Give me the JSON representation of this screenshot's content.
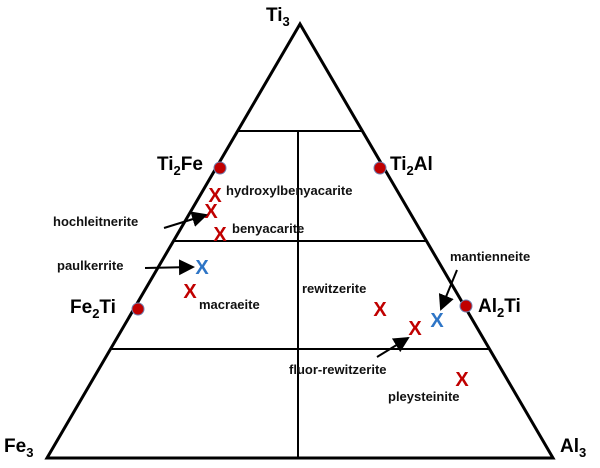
{
  "title": "Ti-Fe-Al ternary diagram of paulkerrite-group minerals",
  "colors": {
    "red": "#c00000",
    "blue": "#2e75c6",
    "line": "#000000"
  },
  "vertices": {
    "top": {
      "base": "Ti",
      "sub": "3"
    },
    "left": {
      "base": "Fe",
      "sub": "3"
    },
    "right": {
      "base": "Al",
      "sub": "3"
    }
  },
  "end_members": [
    {
      "pre": "Ti",
      "sub": "2",
      "post": "Fe"
    },
    {
      "pre": "Ti",
      "sub": "2",
      "post": "Al"
    },
    {
      "pre": "Fe",
      "sub": "2",
      "post": "Ti"
    },
    {
      "pre": "Al",
      "sub": "2",
      "post": "Ti"
    }
  ],
  "marker_glyph": "X",
  "minerals": [
    {
      "name": "hydroxylbenyacarite",
      "color": "red"
    },
    {
      "name": "hochleitnerite",
      "color": "red"
    },
    {
      "name": "benyacarite",
      "color": "red"
    },
    {
      "name": "paulkerrite",
      "color": "blue"
    },
    {
      "name": "macraeite",
      "color": "red"
    },
    {
      "name": "rewitzerite",
      "color": "red"
    },
    {
      "name": "fluor-rewitzerite",
      "color": "red"
    },
    {
      "name": "mantienneite",
      "color": "blue"
    },
    {
      "name": "pleysteinite",
      "color": "red"
    }
  ]
}
